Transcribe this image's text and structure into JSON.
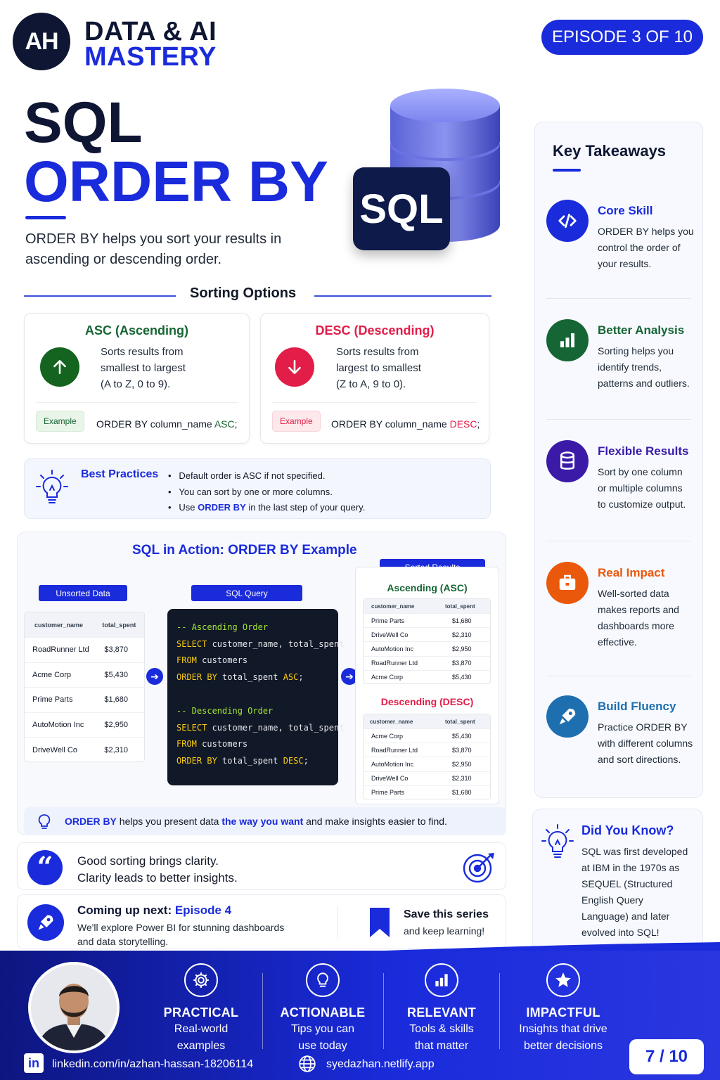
{
  "header": {
    "logo_text": "AH",
    "brand_line1": "DATA & AI",
    "brand_line2": "MASTERY",
    "episode": "EPISODE 3 OF 10"
  },
  "hero": {
    "title_line1": "SQL",
    "title_line2": "ORDER BY",
    "subtitle": "ORDER BY helps you sort your results in ascending or descending order.",
    "badge": "SQL"
  },
  "sorting_options": {
    "title": "Sorting Options",
    "asc": {
      "title": "ASC (Ascending)",
      "desc_line1": "Sorts results from",
      "desc_line2": "smallest to largest",
      "desc_line3": "(A to Z, 0 to 9).",
      "example_label": "Example",
      "code_prefix": "ORDER BY column_name ",
      "code_keyword": "ASC",
      "code_suffix": ";",
      "color": "#166534"
    },
    "desc": {
      "title": "DESC (Descending)",
      "desc_line1": "Sorts results from",
      "desc_line2": "largest to smallest",
      "desc_line3": "(Z to A, 9 to 0).",
      "example_label": "Example",
      "code_prefix": "ORDER BY column_name ",
      "code_keyword": "DESC",
      "code_suffix": ";",
      "color": "#e11d48"
    }
  },
  "best_practices": {
    "title": "Best Practices",
    "item1": "Default order is ASC if not specified.",
    "item2": "You can sort by one or more columns.",
    "item3_prefix": "Use ",
    "item3_keyword": "ORDER BY",
    "item3_suffix": " in the last step of your query."
  },
  "action": {
    "title": "SQL in Action: ORDER BY Example",
    "unsorted_label": "Unsorted Data",
    "query_label": "SQL Query",
    "sorted_label": "Sorted Results",
    "col_name": "customer_name",
    "col_spent": "total_spent",
    "unsorted_rows": [
      {
        "name": "RoadRunner Ltd",
        "spent": "$3,870"
      },
      {
        "name": "Acme Corp",
        "spent": "$5,430"
      },
      {
        "name": "Prime Parts",
        "spent": "$1,680"
      },
      {
        "name": "AutoMotion Inc",
        "spent": "$2,950"
      },
      {
        "name": "DriveWell Co",
        "spent": "$2,310"
      }
    ],
    "code": {
      "c1": "-- Ascending Order",
      "l2_kw": "SELECT",
      "l2_rest": " customer_name, total_spent",
      "l3_kw": "FROM",
      "l3_rest": " customers",
      "l4_kw": "ORDER BY",
      "l4_rest": " total_spent ",
      "l4_kw2": "ASC",
      "l4_end": ";",
      "c2": "-- Descending Order",
      "l6_kw": "SELECT",
      "l6_rest": " customer_name, total_spent",
      "l7_kw": "FROM",
      "l7_rest": " customers",
      "l8_kw": "ORDER BY",
      "l8_rest": " total_spent ",
      "l8_kw2": "DESC",
      "l8_end": ";"
    },
    "asc_title": "Ascending (ASC)",
    "asc_rows": [
      {
        "name": "Prime Parts",
        "spent": "$1,680"
      },
      {
        "name": "DriveWell Co",
        "spent": "$2,310"
      },
      {
        "name": "AutoMotion Inc",
        "spent": "$2,950"
      },
      {
        "name": "RoadRunner Ltd",
        "spent": "$3,870"
      },
      {
        "name": "Acme Corp",
        "spent": "$5,430"
      }
    ],
    "desc_title": "Descending (DESC)",
    "desc_rows": [
      {
        "name": "Acme Corp",
        "spent": "$5,430"
      },
      {
        "name": "RoadRunner Ltd",
        "spent": "$3,870"
      },
      {
        "name": "AutoMotion Inc",
        "spent": "$2,950"
      },
      {
        "name": "DriveWell Co",
        "spent": "$2,310"
      },
      {
        "name": "Prime Parts",
        "spent": "$1,680"
      }
    ],
    "tip_kw1": "ORDER BY",
    "tip_mid": " helps you present data ",
    "tip_kw2": "the way you want",
    "tip_end": " and make insights easier to find."
  },
  "quote": {
    "line1": "Good sorting brings clarity.",
    "line2": "Clarity leads to better insights."
  },
  "coming_up": {
    "prefix": "Coming up next: ",
    "episode": "Episode 4",
    "desc_line1": "We'll explore Power BI for stunning dashboards",
    "desc_line2": "and data storytelling.",
    "save_title": "Save this series",
    "save_sub": "and keep learning!"
  },
  "takeaways": {
    "title": "Key Takeaways",
    "items": [
      {
        "title": "Core Skill",
        "l1": "ORDER BY helps you",
        "l2": "control the order of",
        "l3": "your results.",
        "l4": "",
        "icon": "code-icon",
        "color": "#1a2bdb"
      },
      {
        "title": "Better Analysis",
        "l1": "Sorting helps you",
        "l2": "identify trends,",
        "l3": "patterns and outliers.",
        "l4": "",
        "icon": "bar-chart-icon",
        "color": "#166534"
      },
      {
        "title": "Flexible Results",
        "l1": "Sort by one column",
        "l2": "or multiple columns",
        "l3": "to customize output.",
        "l4": "",
        "icon": "database-icon",
        "color": "#3b1aa8"
      },
      {
        "title": "Real Impact",
        "l1": "Well-sorted data",
        "l2": "makes reports and",
        "l3": "dashboards more",
        "l4": "effective.",
        "icon": "briefcase-icon",
        "color": "#ea580c"
      },
      {
        "title": "Build Fluency",
        "l1": "Practice ORDER BY",
        "l2": "with different columns",
        "l3": "and sort directions.",
        "l4": "",
        "icon": "rocket-icon",
        "color": "#1e6fb0"
      }
    ]
  },
  "did_you_know": {
    "title": "Did You Know?",
    "l1": "SQL was first developed",
    "l2": "at IBM in the 1970s as",
    "l3": "SEQUEL (Structured",
    "l4": "English Query",
    "l5": "Language) and later",
    "l6": "evolved into SQL!"
  },
  "footer": {
    "cols": [
      {
        "head": "PRACTICAL",
        "s1": "Real-world",
        "s2": "examples",
        "icon": "gear-icon"
      },
      {
        "head": "ACTIONABLE",
        "s1": "Tips you can",
        "s2": "use today",
        "icon": "lightbulb-icon"
      },
      {
        "head": "RELEVANT",
        "s1": "Tools & skills",
        "s2": "that matter",
        "icon": "bar-chart-icon"
      },
      {
        "head": "IMPACTFUL",
        "s1": "Insights that drive",
        "s2": "better decisions",
        "icon": "star-icon"
      }
    ],
    "linkedin": "linkedin.com/in/azhan-hassan-18206114",
    "website": "syedazhan.netlify.app",
    "page": "7 / 10"
  }
}
